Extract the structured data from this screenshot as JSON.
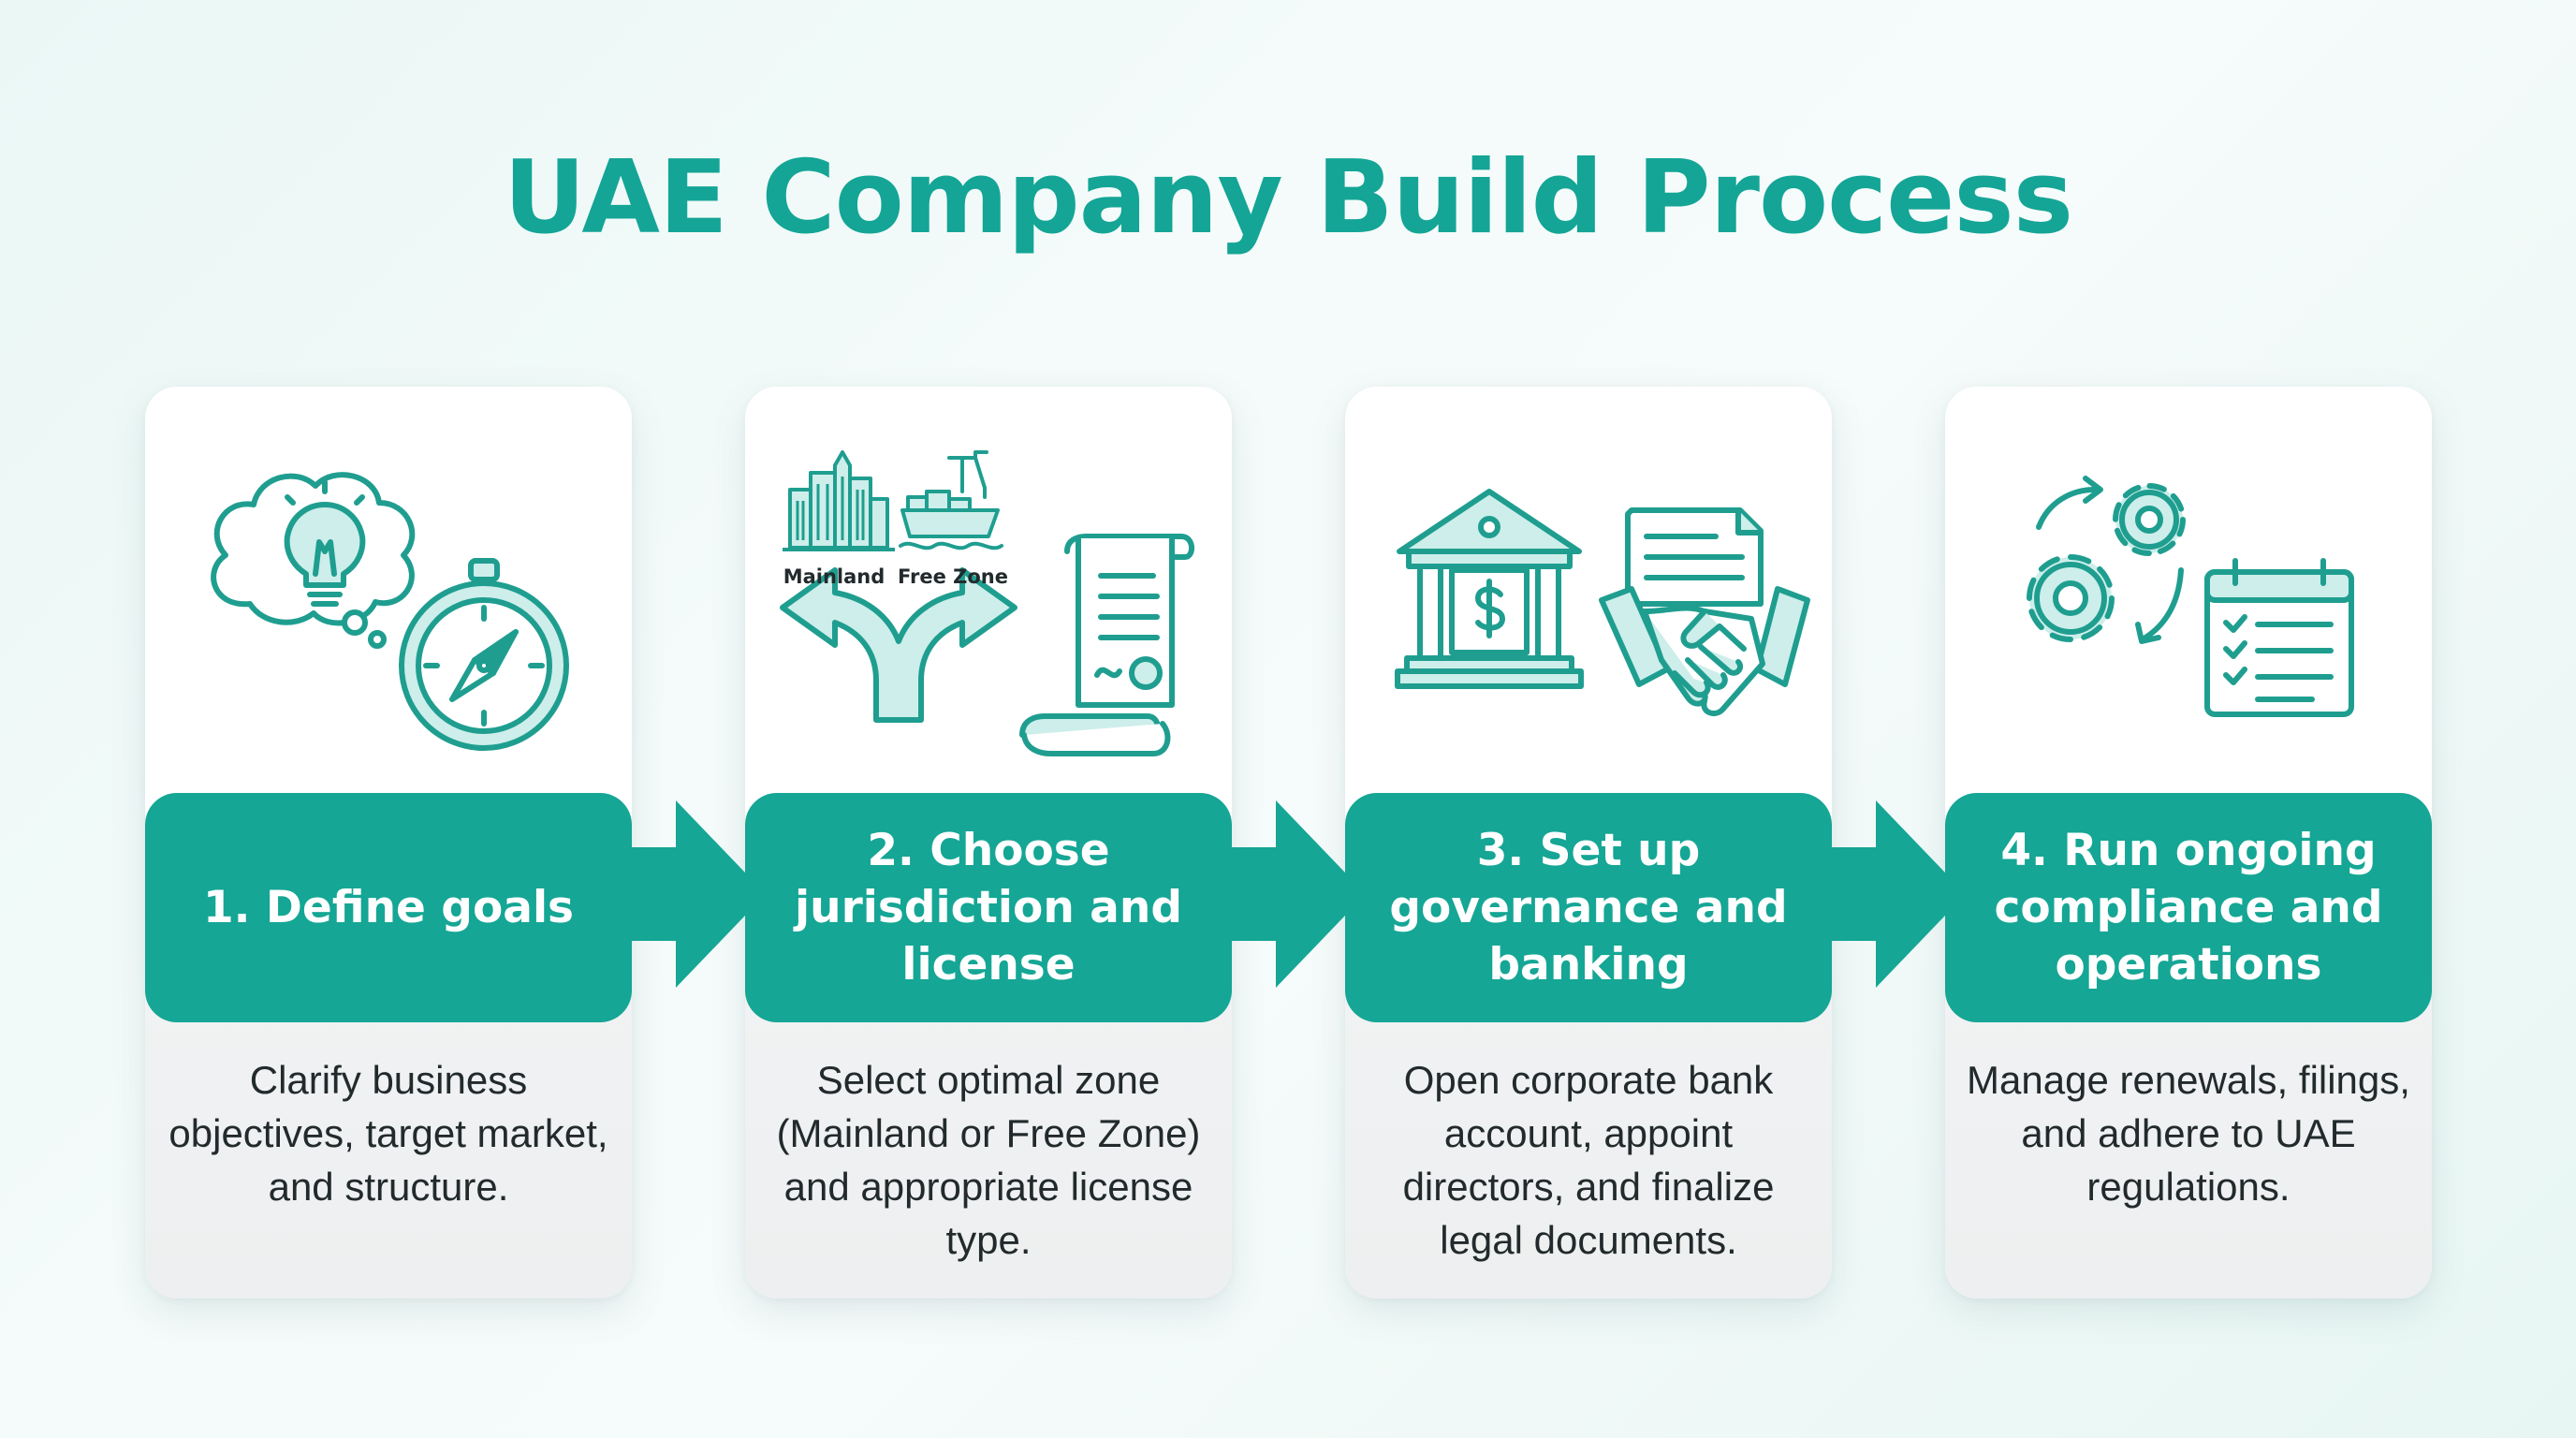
{
  "title": "UAE Company Build Process",
  "colors": {
    "teal": "#15a695",
    "title_teal": "#14a596",
    "icon_teal": "#1f9e90",
    "icon_fill": "#cdeeea",
    "text": "#222a2c"
  },
  "steps": [
    {
      "label": "1. Define goals",
      "description": "Clarify business objectives, target market, and structure.",
      "icons": [
        "thought-cloud-lightbulb-icon",
        "compass-icon"
      ]
    },
    {
      "label": "2. Choose jurisdiction and license",
      "description": "Select optimal zone (Mainland or Free Zone) and appropriate license type.",
      "icons": [
        "city-buildings-icon",
        "port-ship-icon",
        "split-arrow-icon",
        "license-scroll-icon"
      ],
      "icon_labels": {
        "mainland": "Mainland",
        "free_zone": "Free Zone"
      }
    },
    {
      "label": "3. Set up governance and banking",
      "description": "Open corporate bank account, appoint directors, and finalize legal documents.",
      "icons": [
        "bank-icon",
        "document-icon",
        "handshake-icon"
      ]
    },
    {
      "label": "4. Run ongoing compliance and operations",
      "description": "Manage renewals, filings, and adhere to UAE regulations.",
      "icons": [
        "gears-cycle-icon",
        "calendar-checklist-icon"
      ]
    }
  ]
}
